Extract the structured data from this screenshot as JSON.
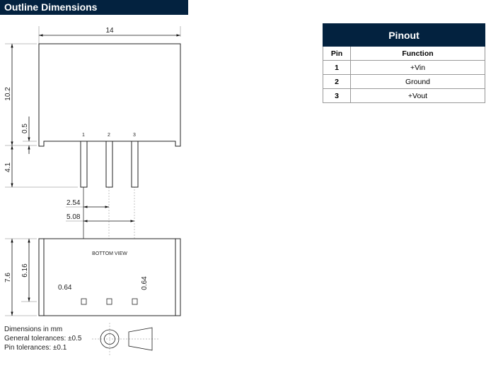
{
  "section_title": "Outline Dimensions",
  "drawing": {
    "dims": {
      "width": "14",
      "height": "10.2",
      "standoff": "0.5",
      "pin_length": "4.1",
      "pitch1": "2.54",
      "pitch2": "5.08",
      "depth": "7.6",
      "pin_row": "6.16",
      "pin_w": "0.64",
      "pin_h": "0.64"
    },
    "pin_labels": [
      "1",
      "2",
      "3"
    ],
    "bottom_view": "BOTTOM VIEW"
  },
  "notes": [
    "Dimensions in mm",
    "General tolerances: ±0.5",
    "Pin tolerances: ±0.1"
  ],
  "pinout": {
    "title": "Pinout",
    "headers": [
      "Pin",
      "Function"
    ],
    "rows": [
      {
        "pin": "1",
        "function": "+Vin"
      },
      {
        "pin": "2",
        "function": "Ground"
      },
      {
        "pin": "3",
        "function": "+Vout"
      }
    ]
  },
  "colors": {
    "header_bg": "#03223f"
  }
}
